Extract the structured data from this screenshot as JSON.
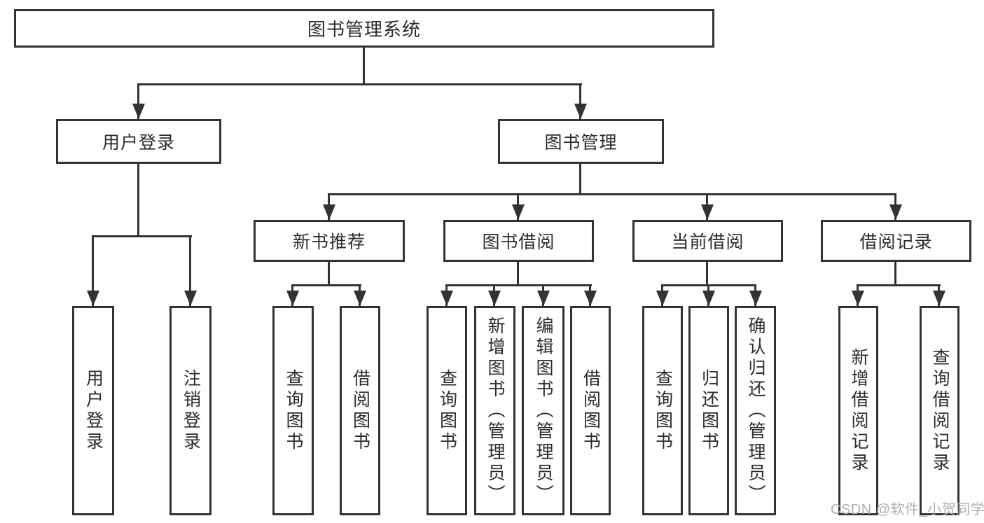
{
  "nodes": {
    "root": "图书管理系统",
    "user_login": "用户登录",
    "book_mgmt": "图书管理",
    "new_book_rec": "新书推荐",
    "book_borrow": "图书借阅",
    "current_borrow": "当前借阅",
    "borrow_records": "借阅记录",
    "ul_user_login": "用户登录",
    "ul_logout": "注销登录",
    "nb_query_book": "查询图书",
    "nb_borrow_book": "借阅图书",
    "bb_query_book": "查询图书",
    "bb_add_book": "新增图书（管理员）",
    "bb_edit_book": "编辑图书（管理员）",
    "bb_borrow_book": "借阅图书",
    "cb_query_book": "查询图书",
    "cb_return_book": "归还图书",
    "cb_confirm_return": "确认归还（管理员）",
    "br_add_record": "新增借阅记录",
    "br_query_record": "查询借阅记录"
  },
  "hierarchy": {
    "图书管理系统": [
      "用户登录",
      "图书管理"
    ],
    "用户登录": [
      "用户登录",
      "注销登录"
    ],
    "图书管理": [
      "新书推荐",
      "图书借阅",
      "当前借阅",
      "借阅记录"
    ],
    "新书推荐": [
      "查询图书",
      "借阅图书"
    ],
    "图书借阅": [
      "查询图书",
      "新增图书（管理员）",
      "编辑图书（管理员）",
      "借阅图书"
    ],
    "当前借阅": [
      "查询图书",
      "归还图书",
      "确认归还（管理员）"
    ],
    "借阅记录": [
      "新增借阅记录",
      "查询借阅记录"
    ]
  },
  "watermark": "CSDN @软件_小贺同学",
  "colors": {
    "line": "#333333",
    "text": "#2b2b2b",
    "background": "#ffffff",
    "watermark": "#b3aeae"
  }
}
